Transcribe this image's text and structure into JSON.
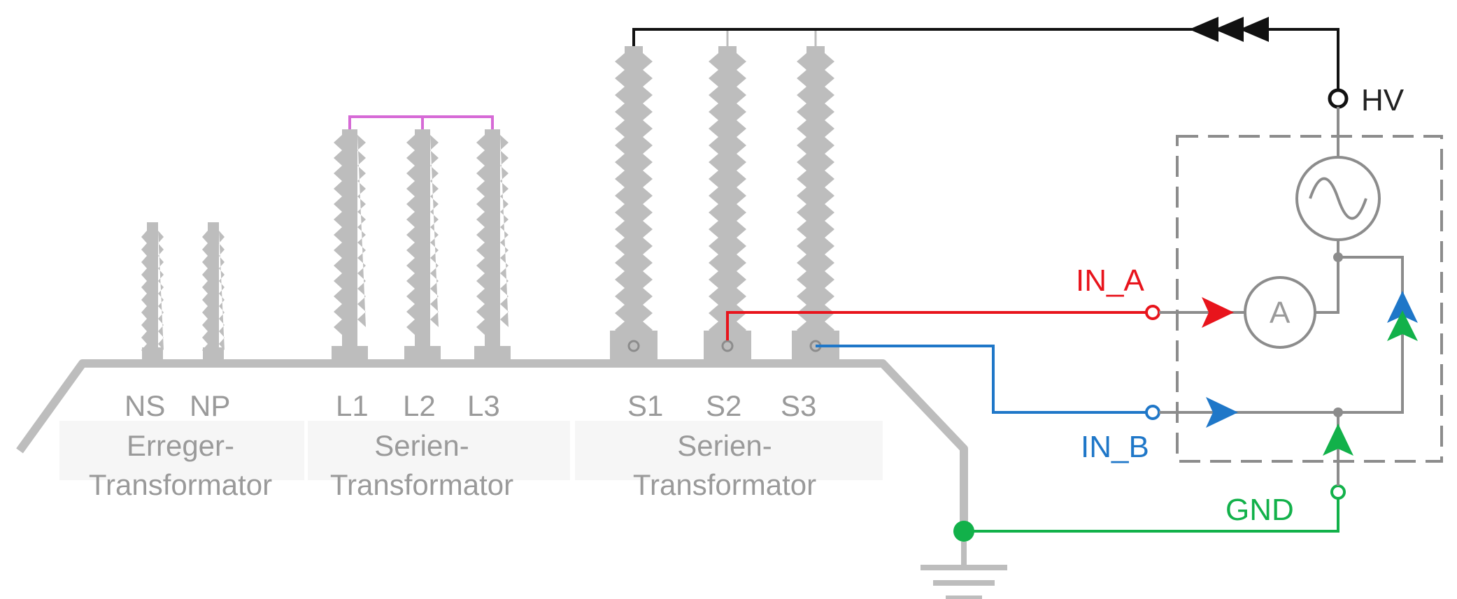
{
  "colors": {
    "equipment": "#bdbdbd",
    "text_gray": "#9a9a9a",
    "hv_line": "#111111",
    "in_a": "#e8141c",
    "in_b": "#1f77c8",
    "gnd": "#12b14a",
    "bridge": "#d66ad6",
    "instrument_box": "#8c8c8c"
  },
  "groups": [
    {
      "terminals": [
        "NS",
        "NP"
      ],
      "caption_line1": "Erreger-",
      "caption_line2": "Transformator"
    },
    {
      "terminals": [
        "L1",
        "L2",
        "L3"
      ],
      "caption_line1": "Serien-",
      "caption_line2": "Transformator"
    },
    {
      "terminals": [
        "S1",
        "S2",
        "S3"
      ],
      "caption_line1": "Serien-",
      "caption_line2": "Transformator"
    }
  ],
  "signals": {
    "hv": "HV",
    "in_a": "IN_A",
    "in_b": "IN_B",
    "gnd": "GND"
  },
  "instrument": {
    "ammeter_symbol": "A",
    "source_icon": "ac-source-icon"
  }
}
